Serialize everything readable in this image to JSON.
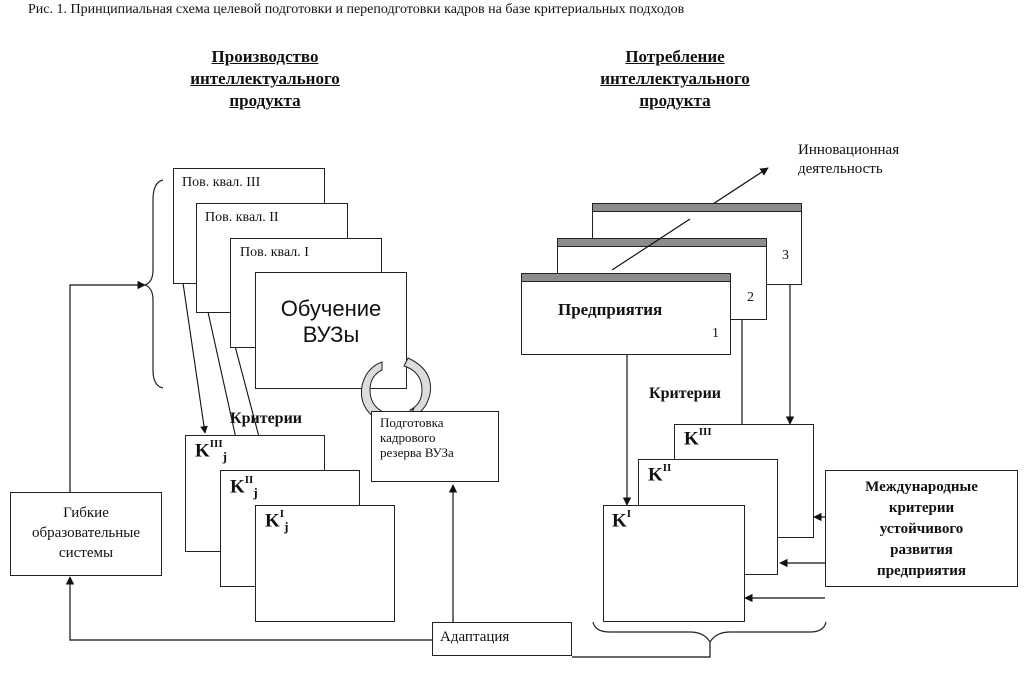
{
  "caption": "Рис. 1. Принципиальная схема целевой подготовки и переподготовки кадров на базе критериальных подходов",
  "left_heading": [
    "Производство",
    "интеллектуального",
    "продукта"
  ],
  "right_heading": [
    "Потребление",
    "интеллектуального",
    "продукта"
  ],
  "qual3": "Пов. квал. III",
  "qual2": "Пов. квал. II",
  "qual1": "Пов. квал. I",
  "training": [
    "Обучение",
    "ВУЗы"
  ],
  "reserve": [
    "Подготовка",
    "кадрового",
    "резерва ВУЗа"
  ],
  "criteria_left": "Критерии",
  "criteria_right": "Критерии",
  "k_left": {
    "k3_base": "K",
    "k3_sup": "III",
    "k3_sub": "j",
    "k2_base": "K",
    "k2_sup": "II",
    "k2_sub": "j",
    "k1_base": "K",
    "k1_sup": "I",
    "k1_sub": "j"
  },
  "k_right": {
    "k3_base": "K",
    "k3_sup": "III",
    "k2_base": "K",
    "k2_sup": "II",
    "k1_base": "K",
    "k1_sup": "I"
  },
  "flexible": [
    "Гибкие",
    "образовательные",
    "системы"
  ],
  "adaptation": "Адаптация",
  "enterprises": "Предприятия",
  "ent_nums": [
    "1",
    "2",
    "3"
  ],
  "innovation": [
    "Инновационная",
    "деятельность"
  ],
  "international": [
    "Международные",
    "критерии",
    "устойчивого",
    "развития",
    "предприятия"
  ]
}
